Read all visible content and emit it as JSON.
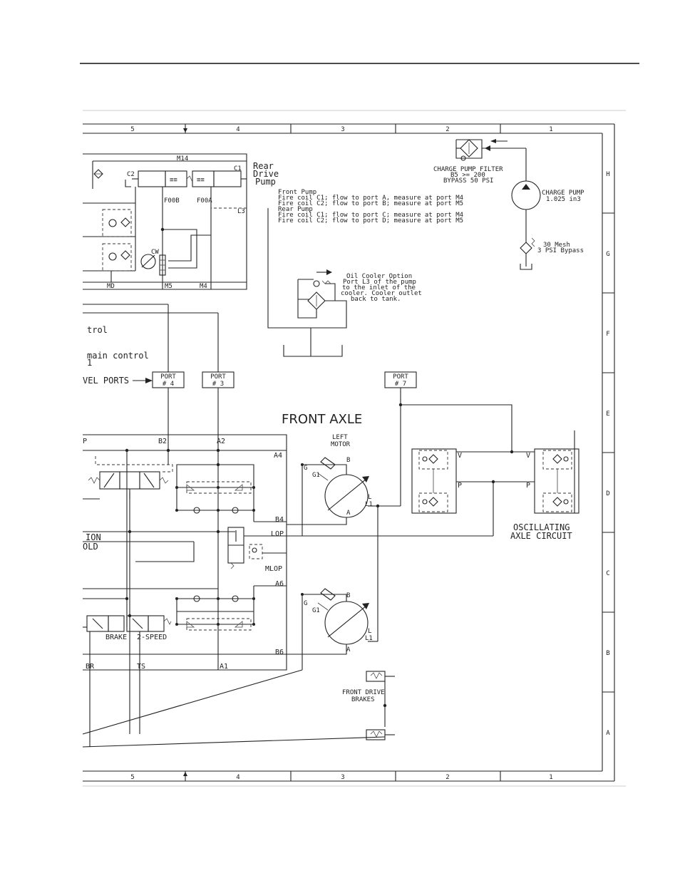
{
  "grid": {
    "columns": [
      "5",
      "4",
      "3",
      "2",
      "1"
    ],
    "rows": [
      "H",
      "G",
      "F",
      "E",
      "D",
      "C",
      "B",
      "A"
    ]
  },
  "rear_pump": {
    "title_lines": [
      "Rear",
      "Drive",
      "Pump"
    ],
    "labels": {
      "m14": "M14",
      "c2": "C2",
      "c1": "C1",
      "f00b": "F00B",
      "f00a": "F00A",
      "cw": "CW",
      "md": "MD",
      "m5": "M5",
      "m4": "M4",
      "l3": "L3"
    }
  },
  "pump_notes": [
    "Front Pump",
    "Fire coil C1; flow to port A, measure at port M4",
    "Fire coil C2; flow to port B; measure at port M5",
    "Rear Pump",
    "Fire coil C1; flow to port C; measure at port M4",
    "Fire coil C2; flow to port D; measure at port M5"
  ],
  "charge_filter": {
    "lines": [
      "CHARGE PUMP FILTER",
      "B5 >= 200",
      "BYPASS 50 PSI"
    ]
  },
  "charge_pump": {
    "lines": [
      "CHARGE PUMP",
      "1.025 in3"
    ]
  },
  "strainer": {
    "lines": [
      "30 Mesh",
      "3 PSI Bypass"
    ]
  },
  "oil_cooler": {
    "lines": [
      "Oil Cooler Option",
      "Port L3 of the pump",
      "to the inlet of the",
      "cooler. Cooler outlet",
      "back to tank."
    ]
  },
  "left_fragments": [
    "trol",
    "main control",
    "1",
    "VEL PORTS"
  ],
  "ports": [
    {
      "lines": [
        "PORT",
        "# 4"
      ]
    },
    {
      "lines": [
        "PORT",
        "# 3"
      ]
    },
    {
      "lines": [
        "PORT",
        "# 7"
      ]
    }
  ],
  "front_axle": {
    "title": "FRONT AXLE",
    "manifold_fragment": [
      "ION",
      "OLD"
    ],
    "labels": {
      "p": "P",
      "b2": "B2",
      "a2": "A2",
      "a4": "A4",
      "b4": "B4",
      "lop": "LOP",
      "mlop": "MLOP",
      "a6": "A6",
      "b6": "B6",
      "br": "BR",
      "ts": "TS",
      "a1": "A1",
      "brake": "BRAKE",
      "two_speed": "2-SPEED"
    }
  },
  "left_motor": {
    "title_lines": [
      "LEFT",
      "MOTOR"
    ],
    "ports": {
      "g": "G",
      "g1": "G1",
      "b": "B",
      "a": "A",
      "l": "L",
      "l1": "L1"
    }
  },
  "oscillating": {
    "title_lines": [
      "OSCILLATING",
      "AXLE CIRCUIT"
    ],
    "ports": {
      "v": "V",
      "p": "P"
    }
  },
  "brakes": {
    "lines": [
      "FRONT DRIVE",
      "BRAKES"
    ]
  }
}
